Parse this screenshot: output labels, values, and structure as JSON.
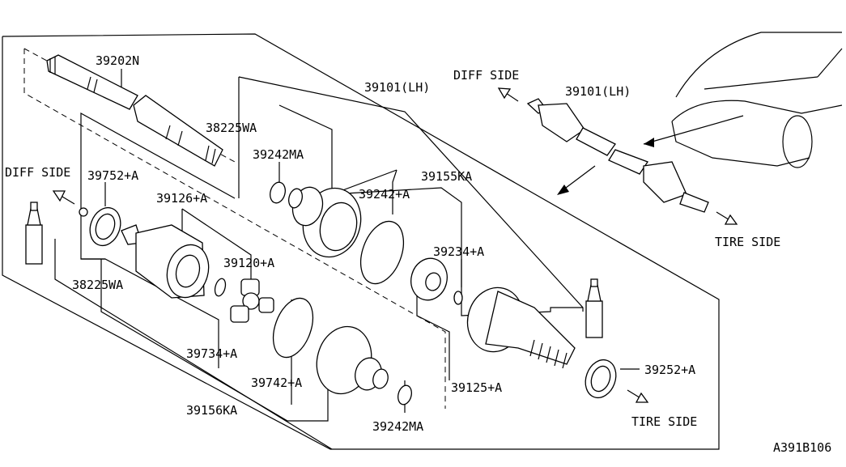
{
  "diagram": {
    "drawing_code": "A391B106",
    "direction_labels": {
      "diff_side_left": "DIFF SIDE",
      "diff_side_top": "DIFF SIDE",
      "tire_side_top": "TIRE SIDE",
      "tire_side_bottom": "TIRE SIDE"
    },
    "part_labels": [
      {
        "id": "p39202n",
        "text": "39202N"
      },
      {
        "id": "p39101lh_main",
        "text": "39101(LH)"
      },
      {
        "id": "p39101lh_inset",
        "text": "39101(LH)"
      },
      {
        "id": "p38225wa_top",
        "text": "38225WA"
      },
      {
        "id": "p39242ma_top",
        "text": "39242MA"
      },
      {
        "id": "p39752a",
        "text": "39752+A"
      },
      {
        "id": "p39126a",
        "text": "39126+A"
      },
      {
        "id": "p39242a",
        "text": "39242+A"
      },
      {
        "id": "p39155ka",
        "text": "39155KA"
      },
      {
        "id": "p39120a",
        "text": "39120+A"
      },
      {
        "id": "p39234a",
        "text": "39234+A"
      },
      {
        "id": "p38225wa_left",
        "text": "38225WA"
      },
      {
        "id": "p39734a",
        "text": "39734+A"
      },
      {
        "id": "p39742a",
        "text": "39742+A"
      },
      {
        "id": "p39125a",
        "text": "39125+A"
      },
      {
        "id": "p39252a",
        "text": "39252+A"
      },
      {
        "id": "p39156ka",
        "text": "39156KA"
      },
      {
        "id": "p39242ma_bottom",
        "text": "39242MA"
      }
    ]
  }
}
